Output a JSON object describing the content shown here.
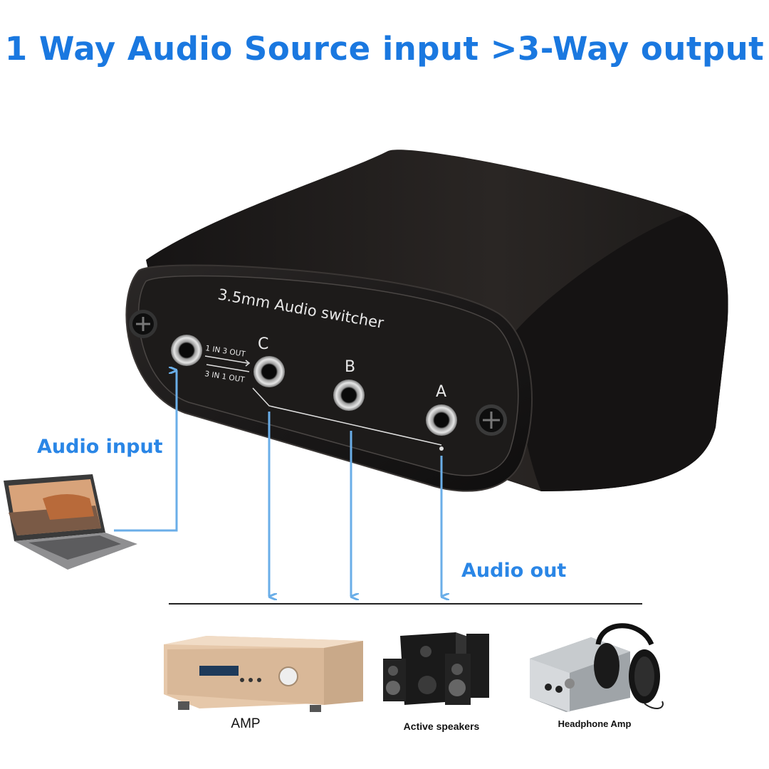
{
  "title": "1 Way Audio Source input >3-Way output",
  "device": {
    "panel_label": "3.5mm Audio switcher",
    "mode_top": "1 IN 3 OUT",
    "mode_bottom": "3 IN 1 OUT",
    "port_c": "C",
    "port_b": "B",
    "port_a": "A"
  },
  "labels": {
    "audio_input": "Audio input",
    "audio_out": "Audio out"
  },
  "outputs": {
    "amp": "AMP",
    "speakers": "Active speakers",
    "headphone_amp": "Headphone Amp"
  },
  "colors": {
    "accent_blue": "#1a78e0",
    "arrow_blue": "#6aaee8",
    "device_black": "#1a1818"
  }
}
